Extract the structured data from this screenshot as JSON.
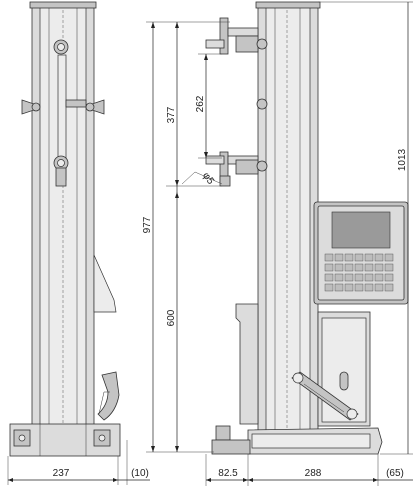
{
  "dimensions": {
    "base_width_front": "237",
    "front_offset": "(10)",
    "side_overhang": "82.5",
    "base_depth_side": "288",
    "rear_offset": "(65)",
    "total_height": "1013",
    "column_height": "977",
    "lower_height": "600",
    "upper_height": "377",
    "bracket_spacing": "262",
    "diameter_label": "φ5"
  },
  "colors": {
    "body": "#dcdcdc",
    "body_dark": "#c4c4c4",
    "screen": "#9a9a9a",
    "line": "#222222"
  }
}
